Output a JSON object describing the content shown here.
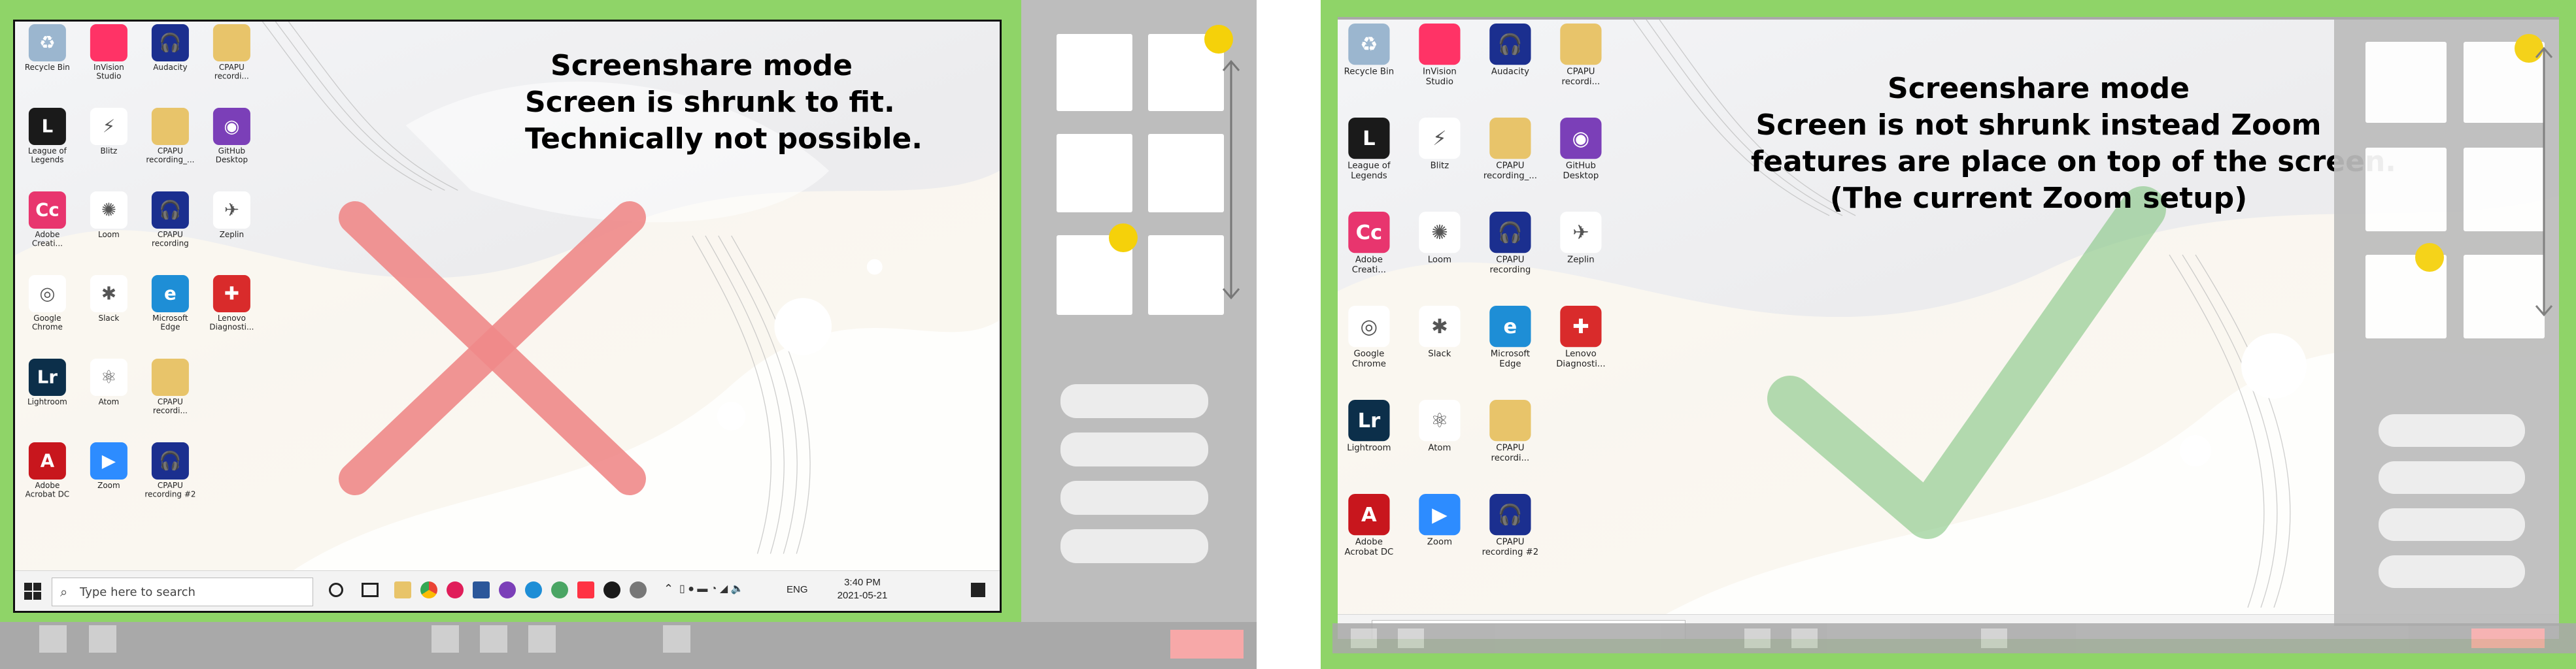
{
  "colors": {
    "green_frame": "#8fd468",
    "side_panel": "#bdbdbd",
    "bottom_bar": "#a9a9a9",
    "yellow_dot": "#f5d10a",
    "red_x": "#f08a8a",
    "green_check": "#8cc98a",
    "end_button": "#f7a8a8"
  },
  "left": {
    "caption": [
      "Screenshare mode",
      "Screen is shrunk to fit.",
      "Technically not possible."
    ],
    "desktop_icons": [
      {
        "label": "Recycle Bin",
        "icon": "recycle-bin-icon",
        "color": "#9bb6cf",
        "glyph": "♻"
      },
      {
        "label": "InVision Studio",
        "icon": "invision-icon",
        "color": "#ff3366",
        "glyph": ""
      },
      {
        "label": "Audacity",
        "icon": "audacity-icon",
        "color": "#1b2f8f",
        "glyph": "🎧"
      },
      {
        "label": "CPAPU recordi...",
        "icon": "folder-icon",
        "color": "#e8c46a",
        "glyph": ""
      },
      {
        "label": "League of Legends",
        "icon": "league-icon",
        "color": "#1a1a1a",
        "glyph": "L"
      },
      {
        "label": "Blitz",
        "icon": "blitz-icon",
        "color": "#ffffff",
        "glyph": "⚡"
      },
      {
        "label": "CPAPU recording_...",
        "icon": "folder-icon",
        "color": "#e8c46a",
        "glyph": ""
      },
      {
        "label": "GitHub Desktop",
        "icon": "github-icon",
        "color": "#7b3fb8",
        "glyph": "◉"
      },
      {
        "label": "Adobe Creati...",
        "icon": "adobe-cc-icon",
        "color": "#e8356e",
        "glyph": "Cc"
      },
      {
        "label": "Loom",
        "icon": "loom-icon",
        "color": "#ffffff",
        "glyph": "✺"
      },
      {
        "label": "CPAPU recording",
        "icon": "audacity-icon",
        "color": "#1b2f8f",
        "glyph": "🎧"
      },
      {
        "label": "Zeplin",
        "icon": "zeplin-icon",
        "color": "#ffffff",
        "glyph": "✈"
      },
      {
        "label": "Google Chrome",
        "icon": "chrome-icon",
        "color": "#ffffff",
        "glyph": "◎"
      },
      {
        "label": "Slack",
        "icon": "slack-icon",
        "color": "#ffffff",
        "glyph": "✱"
      },
      {
        "label": "Microsoft Edge",
        "icon": "edge-icon",
        "color": "#1e8ed6",
        "glyph": "e"
      },
      {
        "label": "Lenovo Diagnosti...",
        "icon": "lenovo-icon",
        "color": "#d92b2b",
        "glyph": "✚"
      },
      {
        "label": "Lightroom",
        "icon": "lightroom-icon",
        "color": "#0c2f4a",
        "glyph": "Lr"
      },
      {
        "label": "Atom",
        "icon": "atom-icon",
        "color": "#ffffff",
        "glyph": "⚛"
      },
      {
        "label": "CPAPU recordi...",
        "icon": "folder-icon",
        "color": "#e8c46a",
        "glyph": ""
      },
      {
        "label": "",
        "icon": "",
        "color": "",
        "glyph": ""
      },
      {
        "label": "Adobe Acrobat DC",
        "icon": "acrobat-icon",
        "color": "#c8161d",
        "glyph": "A"
      },
      {
        "label": "Zoom",
        "icon": "zoom-icon",
        "color": "#2d8cff",
        "glyph": "▶"
      },
      {
        "label": "CPAPU recording #2",
        "icon": "audacity-icon",
        "color": "#1b2f8f",
        "glyph": "🎧"
      }
    ],
    "taskbar": {
      "search_placeholder": "Type here to search",
      "language": "ENG",
      "time": "3:40 PM",
      "date": "2021-05-21"
    }
  },
  "right": {
    "caption": [
      "Screenshare mode",
      "Screen is not shrunk instead Zoom",
      "features are place on top of the screen.",
      "(The current Zoom setup)"
    ]
  }
}
